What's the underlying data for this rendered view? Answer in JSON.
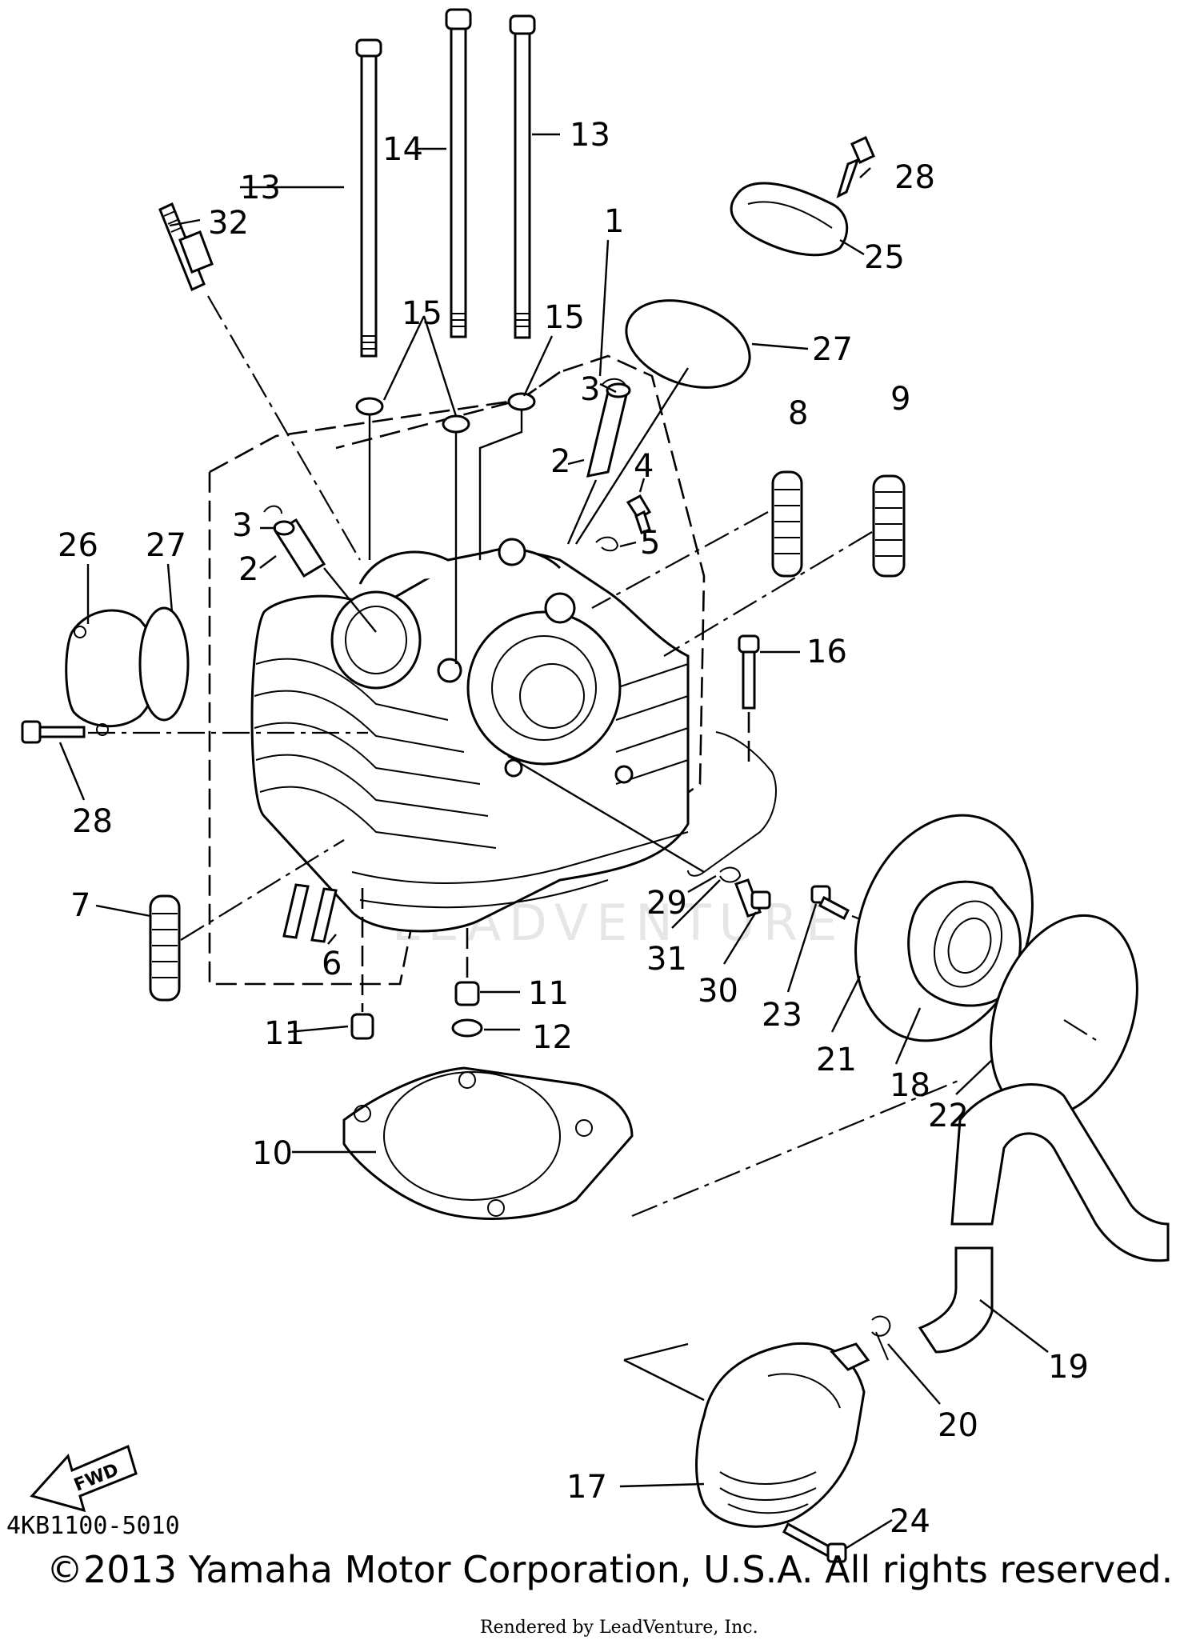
{
  "diagram": {
    "callouts": {
      "c1": "1",
      "c2a": "2",
      "c2b": "2",
      "c3a": "3",
      "c3b": "3",
      "c4": "4",
      "c5": "5",
      "c6": "6",
      "c7": "7",
      "c8": "8",
      "c9": "9",
      "c10": "10",
      "c11a": "11",
      "c11b": "11",
      "c12": "12",
      "c13a": "13",
      "c13b": "13",
      "c14": "14",
      "c15a": "15",
      "c15b": "15",
      "c16": "16",
      "c17": "17",
      "c18": "18",
      "c19": "19",
      "c20": "20",
      "c21": "21",
      "c22": "22",
      "c23": "23",
      "c24": "24",
      "c25": "25",
      "c26": "26",
      "c27a": "27",
      "c27b": "27",
      "c28a": "28",
      "c28b": "28",
      "c29": "29",
      "c30": "30",
      "c31": "31",
      "c32": "32"
    },
    "fwd_label": "FWD",
    "watermark": "LEADVENTURE",
    "diagram_code": "4KB1100-5010",
    "copyright": "©2013 Yamaha Motor Corporation, U.S.A. All rights reserved.",
    "rendered_by": "Rendered by LeadVenture, Inc."
  }
}
